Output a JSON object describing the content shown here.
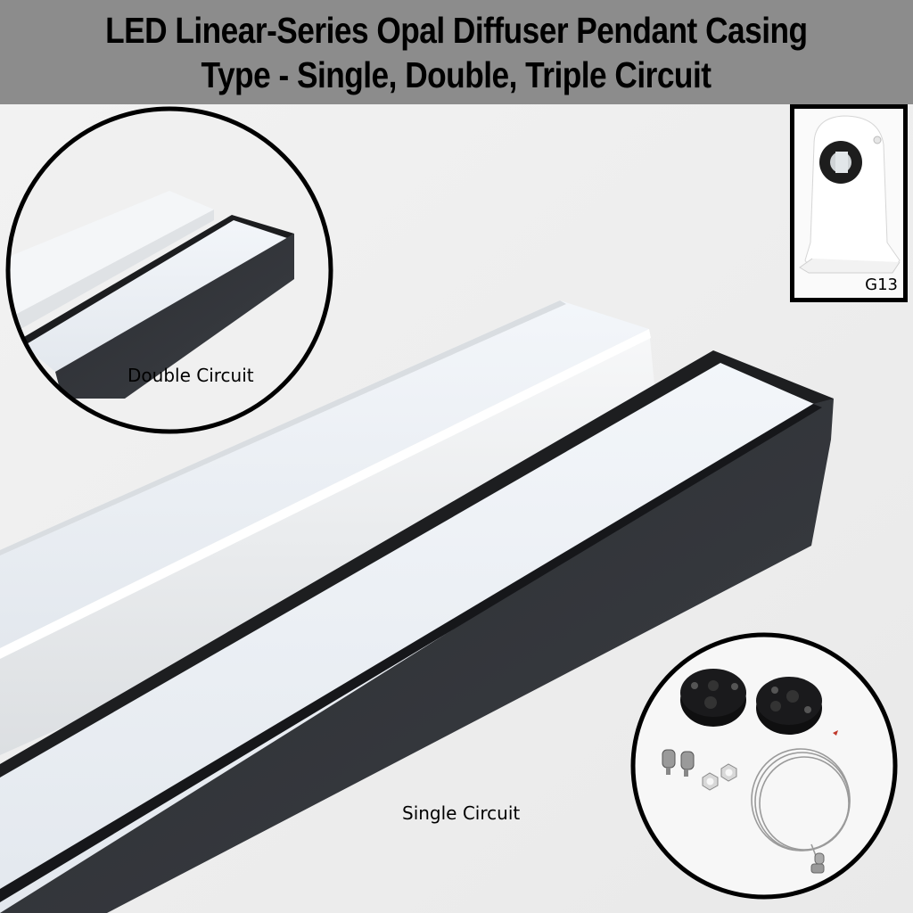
{
  "header": {
    "title_line_1": "LED Linear-Series Opal Diffuser Pendant Casing",
    "title_line_2": "Type - Single, Double, Triple Circuit",
    "background_color": "#8c8c8c"
  },
  "main_image": {
    "description": "Two linear pendant LED casings with opal diffusers, one white and one black",
    "casings": [
      {
        "color": "white",
        "hex": "#f2f3f5"
      },
      {
        "color": "black",
        "hex": "#2e3033"
      }
    ],
    "label": "Single Circuit"
  },
  "insets": {
    "double_circuit": {
      "label": "Double Circuit",
      "shape": "circle"
    },
    "g13_socket": {
      "label": "G13",
      "shape": "square"
    },
    "mounting_kit": {
      "shape": "circle",
      "items": [
        "ceiling-canopy-1",
        "ceiling-canopy-2",
        "cable-grippers",
        "hex-nuts",
        "suspension-wire"
      ]
    }
  }
}
